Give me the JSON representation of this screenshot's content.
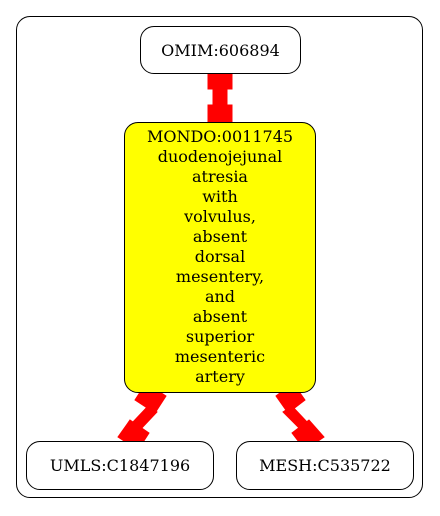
{
  "graph": {
    "fill_color_center": "#ffff00",
    "edge_color": "#ff0000",
    "nodes": {
      "omim": {
        "label": "OMIM:606894"
      },
      "mondo": {
        "id": "MONDO:0011745",
        "name_lines": [
          "duodenojejunal",
          "atresia",
          "with",
          "volvulus,",
          "absent",
          "dorsal",
          "mesentery,",
          "and",
          "absent",
          "superior",
          "mesenteric",
          "artery"
        ]
      },
      "umls": {
        "label": "UMLS:C1847196"
      },
      "mesh": {
        "label": "MESH:C535722"
      }
    },
    "edges": [
      {
        "from": "omim",
        "to": "mondo"
      },
      {
        "from": "mondo",
        "to": "umls"
      },
      {
        "from": "mondo",
        "to": "mesh"
      }
    ]
  }
}
